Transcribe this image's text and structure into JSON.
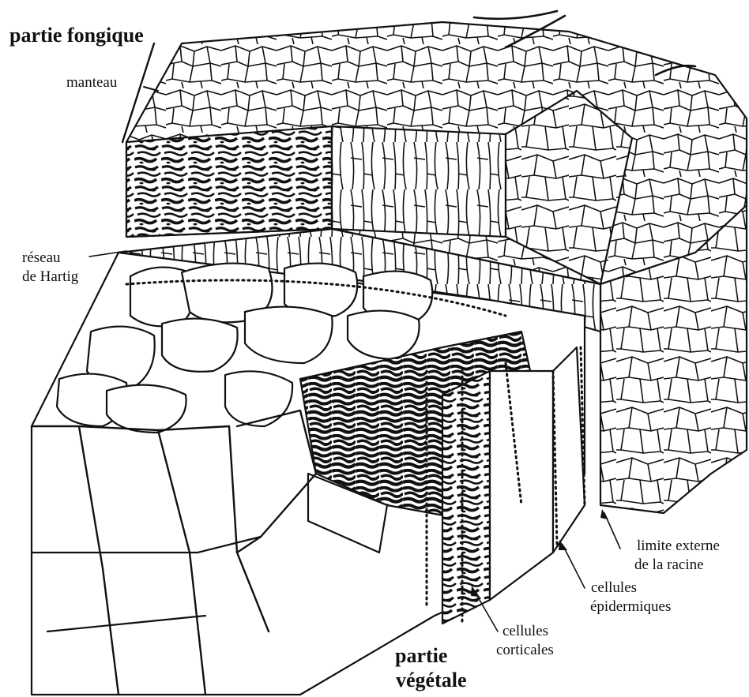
{
  "diagram": {
    "labels": {
      "fungal_part": "partie fongique",
      "mantle": "manteau",
      "hartig_line1": "réseau",
      "hartig_line2": "de Hartig",
      "root_limit_line1": "limite externe",
      "root_limit_line2": "de la racine",
      "epidermal_line1": "cellules",
      "epidermal_line2": "épidermiques",
      "cortical_line1": "cellules",
      "cortical_line2": "corticales",
      "plant_part_line1": "partie",
      "plant_part_line2": "végétale"
    },
    "colors": {
      "ink": "#111111",
      "paper": "#ffffff",
      "hyphae_dark": "#1a1a1a"
    }
  }
}
